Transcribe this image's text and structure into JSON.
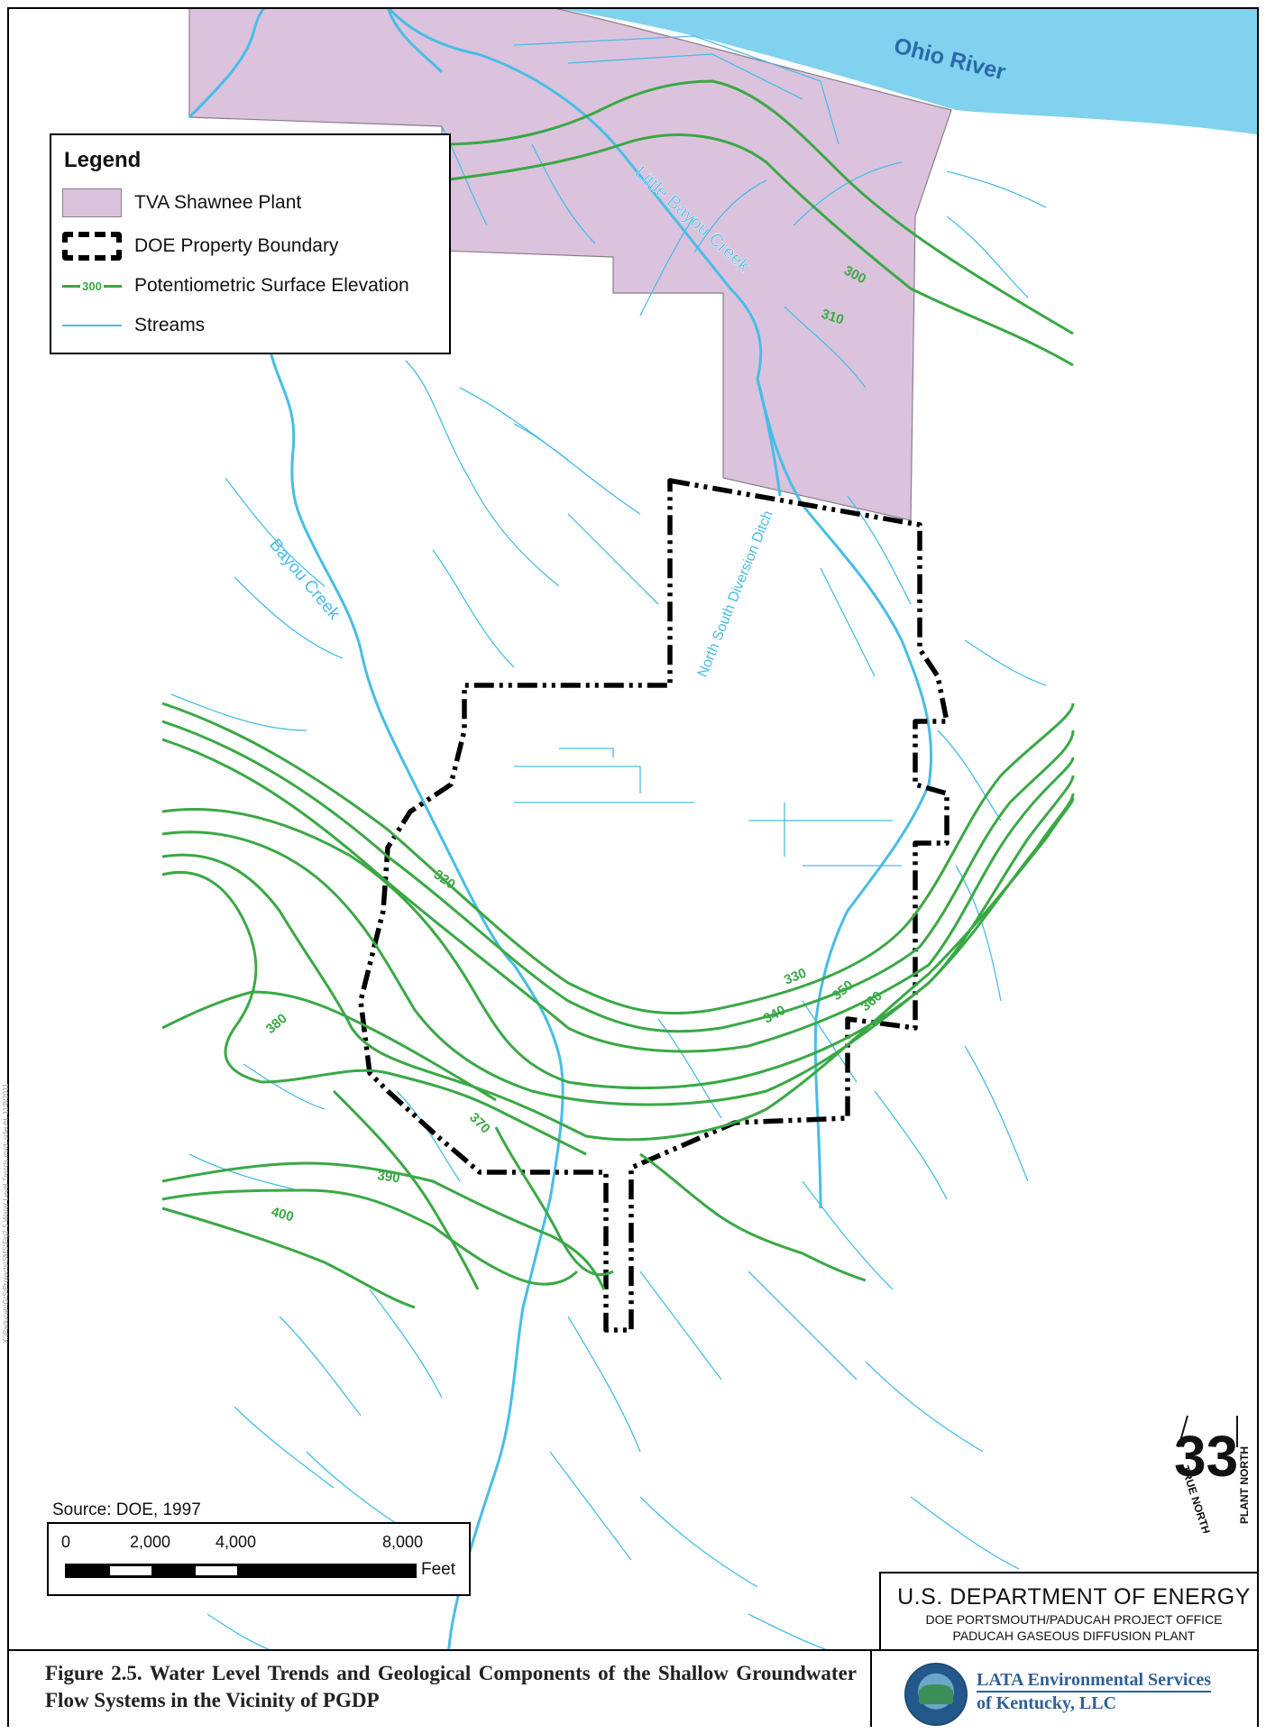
{
  "map": {
    "river_label": "Ohio River",
    "creek_labels": {
      "little_bayou": "Little Bayou Creek",
      "bayou": "Bayou Creek",
      "diversion_ditch": "North South Diversion Ditch"
    },
    "contour_labels": [
      "300",
      "310",
      "320",
      "330",
      "340",
      "350",
      "360",
      "370",
      "380",
      "390",
      "400"
    ],
    "colors": {
      "river": "#80d2ef",
      "plant": "#dcc3dd",
      "contour": "#3aa845",
      "stream": "#47bde6",
      "boundary": "#000000"
    }
  },
  "legend": {
    "title": "Legend",
    "items": [
      {
        "label": "TVA Shawnee Plant"
      },
      {
        "label": "DOE Property Boundary"
      },
      {
        "label": "Potentiometric Surface Elevation",
        "sample": "300"
      },
      {
        "label": "Streams"
      }
    ]
  },
  "source": "Source: DOE, 1997",
  "scale": {
    "ticks": [
      "0",
      "2,000",
      "4,000",
      "8,000"
    ],
    "units": "Feet"
  },
  "north_arrow": {
    "true_north": "TRUE NORTH",
    "plant_north": "PLANT NORTH",
    "angle_value": "33"
  },
  "doe": {
    "title": "U.S. DEPARTMENT OF ENERGY",
    "line1": "DOE PORTSMOUTH/PADUCAH PROJECT OFFICE",
    "line2": "PADUCAH GASEOUS DIFFUSION PLANT"
  },
  "caption": "Figure 2.5. Water Level Trends and Geological Components of the Shallow Groundwater Flow Systems in the Vicinity of PGDP",
  "contractor": {
    "line1": "LATA Environmental Services",
    "line2": "of Kentucky, LLC"
  },
  "file_path": "X:\\Paducah\\GIS\\Projects\\SMS\\Fig2-5 Water Level Trends.mxd; sdeuhl; 11/8/2011"
}
